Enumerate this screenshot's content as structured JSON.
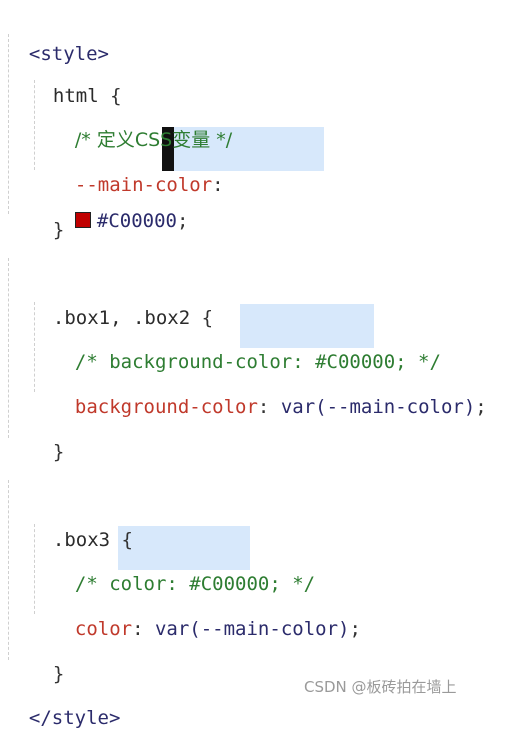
{
  "editor": {
    "style_open_tag": "<style>",
    "style_close_tag": "</style>",
    "rule1": {
      "selector": "html",
      "open_brace": " {",
      "comment": "/* 定义CSS变量 */",
      "var_name": "--main-color",
      "colon": ":",
      "value": "#C00000",
      "semicolon": ";",
      "close_brace": "}"
    },
    "rule2": {
      "selector": ".box1, .box2",
      "open_brace": " {",
      "comment": "/* background-color: #C00000; */",
      "prop": "background-color",
      "colon": ": ",
      "value": "var(--main-color)",
      "semicolon": ";",
      "close_brace": "}"
    },
    "rule3": {
      "selector": ".box3",
      "open_brace": " {",
      "comment": "/* color: #C00000; */",
      "prop": "color",
      "colon": ": ",
      "value": "var(--main-color)",
      "semicolon": ";",
      "close_brace": "}"
    }
  },
  "swatch_color": "#C00000",
  "watermark": "CSDN @板砖拍在墙上"
}
